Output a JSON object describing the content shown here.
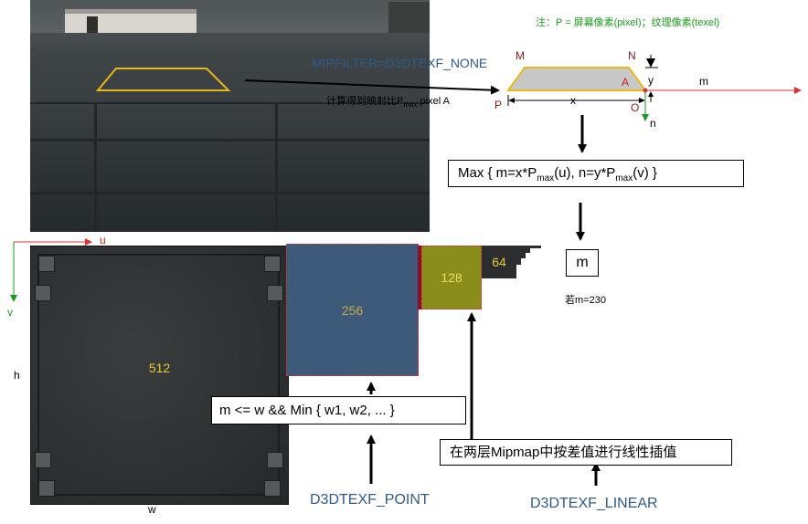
{
  "note": "注：P = 屏幕像素(pixel)；纹理像素(texel)",
  "mipfilter_label": "MIPFILTER=D3DTEXF_NONE",
  "compute_label": "计算得到映射比P",
  "compute_sub": "max",
  "compute_tail": " pixel A",
  "trap_labels": {
    "M": "M",
    "N": "N",
    "A": "A",
    "P": "P",
    "O": "O",
    "x": "x",
    "y": "y",
    "m": "m",
    "n": "n"
  },
  "formula": {
    "pre": "Max { m=x*P",
    "sub1": "max",
    "mid": "(u), n=y*P",
    "sub2": "max",
    "post": "(v) }"
  },
  "m_box": "m",
  "example": "若m=230",
  "axes": {
    "u": "u",
    "v": "v",
    "h": "h",
    "w": "w"
  },
  "mip_levels": {
    "l512": "512",
    "l256": "256",
    "l128": "128",
    "l64": "64"
  },
  "min_formula": "m <= w && Min { w1,  w2, ...  }",
  "interp": "在两层Mipmap中按差值进行线性插值",
  "point_label": "D3DTEXF_POINT",
  "linear_label": "D3DTEXF_LINEAR",
  "colors": {
    "accent_blue": "#2f5a8a",
    "note_green": "#1a9a1a",
    "red": "#e23030",
    "mip256": "#3d5a7a",
    "mip128": "#8a8c1c",
    "yellow": "#e8c830"
  }
}
